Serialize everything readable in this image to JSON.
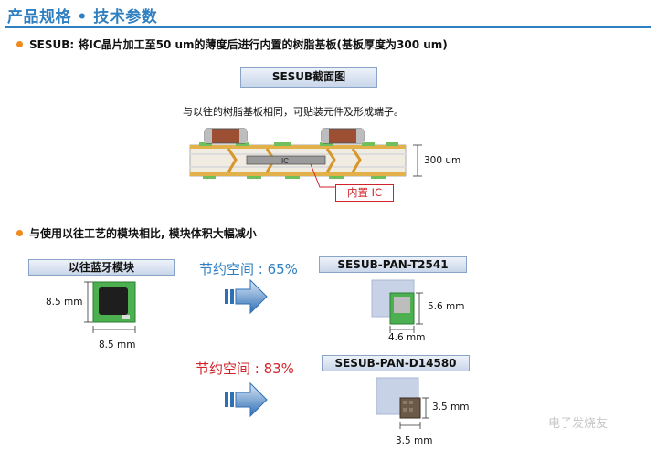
{
  "header": {
    "title": "产品规格 • 技术参数"
  },
  "section1": {
    "bullet": "SESUB: 将IC晶片加工至50 um的薄度后进行内置的树脂基板(基板厚度为300 um)",
    "diagram_label": "SESUB截面图",
    "caption": "与以往的树脂基板相同，可贴装元件及形成端子。",
    "ic_text": "IC",
    "thickness_label": "300 um",
    "embedded_label": "内置 IC"
  },
  "section2": {
    "bullet": "与使用以往工艺的模块相比, 模块体积大幅减小",
    "old_module": {
      "label": "以往蓝牙模块",
      "height": "8.5 mm",
      "width": "8.5 mm"
    },
    "saving1": "节约空间 : 65%",
    "saving2": "节约空间 : 83%",
    "module1": {
      "label": "SESUB-PAN-T2541",
      "height": "5.6 mm",
      "width": "4.6 mm"
    },
    "module2": {
      "label": "SESUB-PAN-D14580",
      "height": "3.5 mm",
      "width": "3.5 mm"
    }
  },
  "watermark": "电子发烧友",
  "colors": {
    "accent": "#2f7fc1",
    "bullet": "#f08a1c",
    "red": "#d2232a"
  }
}
